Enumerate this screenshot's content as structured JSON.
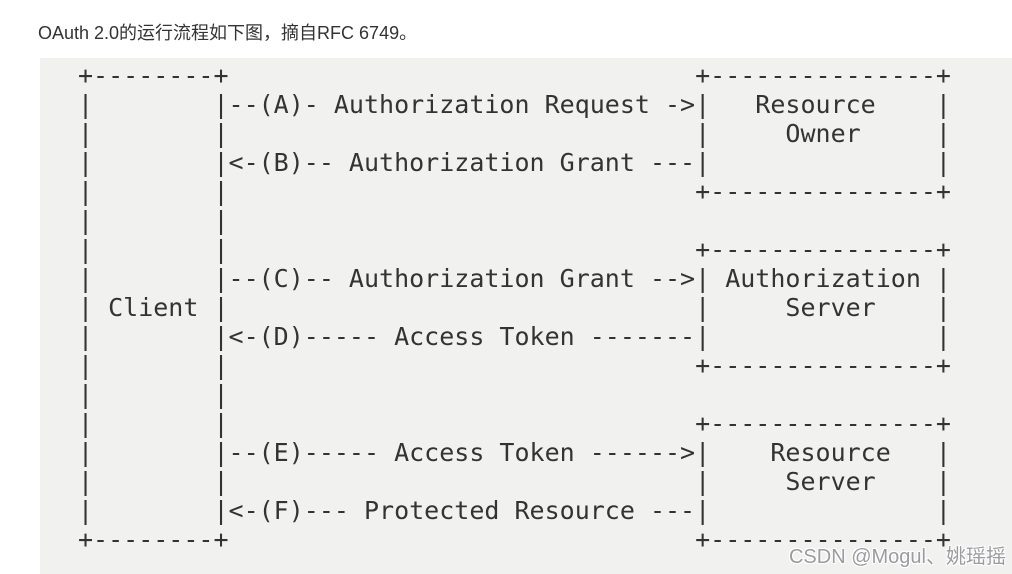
{
  "page": {
    "title": "OAuth 2.0的运行流程如下图，摘自RFC 6749。"
  },
  "diagram": {
    "ascii_lines": [
      "+--------+                               +---------------+",
      "|        |--(A)- Authorization Request ->|   Resource    |",
      "|        |                               |     Owner     |",
      "|        |<-(B)-- Authorization Grant ---|               |",
      "|        |                               +---------------+",
      "|        |",
      "|        |                               +---------------+",
      "|        |--(C)-- Authorization Grant -->| Authorization |",
      "| Client |                               |     Server    |",
      "|        |<-(D)----- Access Token -------|               |",
      "|        |                               +---------------+",
      "|        |",
      "|        |                               +---------------+",
      "|        |--(E)----- Access Token ------>|    Resource   |",
      "|        |                               |     Server    |",
      "|        |<-(F)--- Protected Resource ---|               |",
      "+--------+                               +---------------+"
    ],
    "entities": [
      "Client",
      "Resource Owner",
      "Authorization Server",
      "Resource Server"
    ],
    "steps": [
      {
        "label": "A",
        "from": "Client",
        "to": "Resource Owner",
        "message": "Authorization Request"
      },
      {
        "label": "B",
        "from": "Resource Owner",
        "to": "Client",
        "message": "Authorization Grant"
      },
      {
        "label": "C",
        "from": "Client",
        "to": "Authorization Server",
        "message": "Authorization Grant"
      },
      {
        "label": "D",
        "from": "Authorization Server",
        "to": "Client",
        "message": "Access Token"
      },
      {
        "label": "E",
        "from": "Client",
        "to": "Resource Server",
        "message": "Access Token"
      },
      {
        "label": "F",
        "from": "Resource Server",
        "to": "Client",
        "message": "Protected Resource"
      }
    ]
  },
  "watermark": {
    "text": "CSDN @Mogul、姚瑶摇"
  },
  "colors": {
    "page_background": "#ffffff",
    "code_block_background": "#f1f2f0",
    "text": "#333333",
    "watermark_text": "#9b9ba0"
  }
}
